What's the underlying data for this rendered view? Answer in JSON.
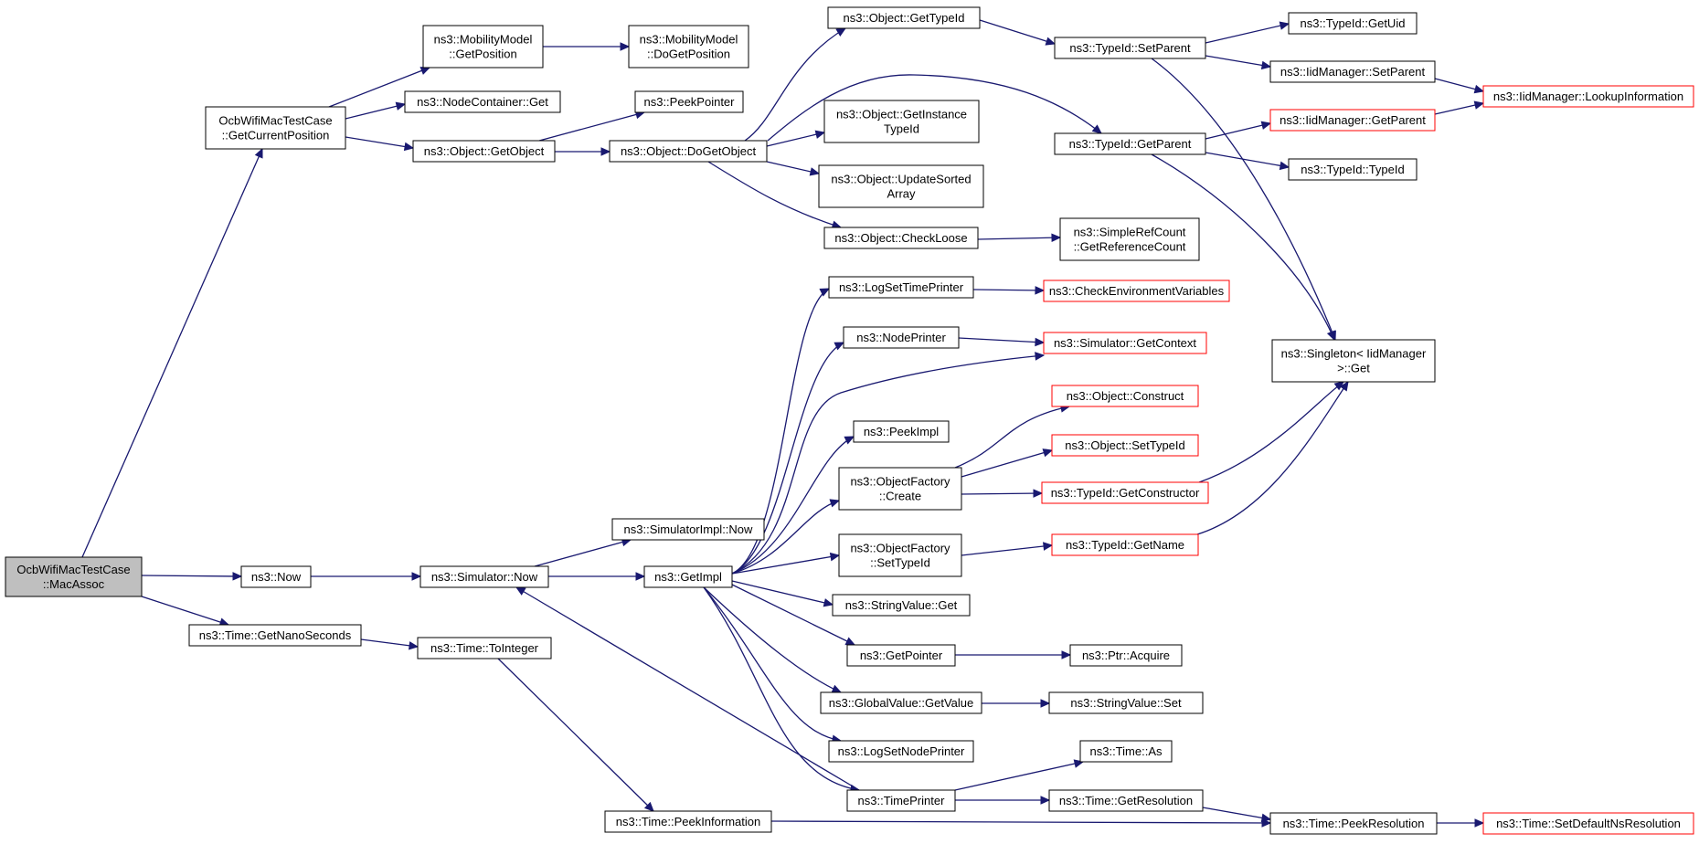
{
  "diagram": {
    "edge_color": "#191970",
    "truncated_node_border": "#ff0000",
    "root_fill": "#bfbfbf",
    "nodes": [
      {
        "id": "macassoc",
        "lines": [
          "OcbWifiMacTestCase",
          "::MacAssoc"
        ],
        "root": true
      },
      {
        "id": "getcurpos",
        "lines": [
          "OcbWifiMacTestCase",
          "::GetCurrentPosition"
        ]
      },
      {
        "id": "now",
        "lines": [
          "ns3::Now"
        ]
      },
      {
        "id": "getnano",
        "lines": [
          "ns3::Time::GetNanoSeconds"
        ]
      },
      {
        "id": "mm_getpos",
        "lines": [
          "ns3::MobilityModel",
          "::GetPosition"
        ]
      },
      {
        "id": "nc_get",
        "lines": [
          "ns3::NodeContainer::Get"
        ]
      },
      {
        "id": "obj_getobj",
        "lines": [
          "ns3::Object::GetObject"
        ]
      },
      {
        "id": "sim_now",
        "lines": [
          "ns3::Simulator::Now"
        ]
      },
      {
        "id": "tointeger",
        "lines": [
          "ns3::Time::ToInteger"
        ]
      },
      {
        "id": "mm_dogetpos",
        "lines": [
          "ns3::MobilityModel",
          "::DoGetPosition"
        ]
      },
      {
        "id": "peekptr",
        "lines": [
          "ns3::PeekPointer"
        ]
      },
      {
        "id": "obj_dogetobj",
        "lines": [
          "ns3::Object::DoGetObject"
        ]
      },
      {
        "id": "simimpl_now",
        "lines": [
          "ns3::SimulatorImpl::Now"
        ]
      },
      {
        "id": "getimpl",
        "lines": [
          "ns3::GetImpl"
        ]
      },
      {
        "id": "peekinfo",
        "lines": [
          "ns3::Time::PeekInformation"
        ]
      },
      {
        "id": "obj_gettypeid",
        "lines": [
          "ns3::Object::GetTypeId"
        ]
      },
      {
        "id": "obj_getinsttid",
        "lines": [
          "ns3::Object::GetInstance",
          "TypeId"
        ]
      },
      {
        "id": "obj_updsorted",
        "lines": [
          "ns3::Object::UpdateSorted",
          "Array"
        ]
      },
      {
        "id": "obj_checkloose",
        "lines": [
          "ns3::Object::CheckLoose"
        ]
      },
      {
        "id": "logsettp",
        "lines": [
          "ns3::LogSetTimePrinter"
        ]
      },
      {
        "id": "nodeprinter",
        "lines": [
          "ns3::NodePrinter"
        ]
      },
      {
        "id": "peekimpl",
        "lines": [
          "ns3::PeekImpl"
        ]
      },
      {
        "id": "of_create",
        "lines": [
          "ns3::ObjectFactory",
          "::Create"
        ]
      },
      {
        "id": "of_settypeid",
        "lines": [
          "ns3::ObjectFactory",
          "::SetTypeId"
        ]
      },
      {
        "id": "sv_get",
        "lines": [
          "ns3::StringValue::Get"
        ]
      },
      {
        "id": "getpointer",
        "lines": [
          "ns3::GetPointer"
        ]
      },
      {
        "id": "gv_getvalue",
        "lines": [
          "ns3::GlobalValue::GetValue"
        ]
      },
      {
        "id": "logsetnp",
        "lines": [
          "ns3::LogSetNodePrinter"
        ]
      },
      {
        "id": "timeprinter",
        "lines": [
          "ns3::TimePrinter"
        ]
      },
      {
        "id": "tid_setparent",
        "lines": [
          "ns3::TypeId::SetParent"
        ]
      },
      {
        "id": "tid_getparent",
        "lines": [
          "ns3::TypeId::GetParent"
        ]
      },
      {
        "id": "src_getrefcount",
        "lines": [
          "ns3::SimpleRefCount",
          "::GetReferenceCount"
        ]
      },
      {
        "id": "checkenv",
        "lines": [
          "ns3::CheckEnvironmentVariables"
        ],
        "red": true
      },
      {
        "id": "sim_getctx",
        "lines": [
          "ns3::Simulator::GetContext"
        ],
        "red": true
      },
      {
        "id": "obj_construct",
        "lines": [
          "ns3::Object::Construct"
        ],
        "red": true
      },
      {
        "id": "obj_settypeid",
        "lines": [
          "ns3::Object::SetTypeId"
        ],
        "red": true
      },
      {
        "id": "tid_getctor",
        "lines": [
          "ns3::TypeId::GetConstructor"
        ],
        "red": true
      },
      {
        "id": "tid_getname",
        "lines": [
          "ns3::TypeId::GetName"
        ],
        "red": true
      },
      {
        "id": "ptr_acquire",
        "lines": [
          "ns3::Ptr::Acquire"
        ]
      },
      {
        "id": "sv_set",
        "lines": [
          "ns3::StringValue::Set"
        ]
      },
      {
        "id": "time_as",
        "lines": [
          "ns3::Time::As"
        ]
      },
      {
        "id": "time_getres",
        "lines": [
          "ns3::Time::GetResolution"
        ]
      },
      {
        "id": "peekres",
        "lines": [
          "ns3::Time::PeekResolution"
        ]
      },
      {
        "id": "tid_getuid",
        "lines": [
          "ns3::TypeId::GetUid"
        ]
      },
      {
        "id": "iid_setparent",
        "lines": [
          "ns3::IidManager::SetParent"
        ]
      },
      {
        "id": "iid_getparent",
        "lines": [
          "ns3::IidManager::GetParent"
        ],
        "red": true
      },
      {
        "id": "tid_typeid",
        "lines": [
          "ns3::TypeId::TypeId"
        ]
      },
      {
        "id": "singleton_get",
        "lines": [
          "ns3::Singleton< IidManager",
          " >::Get"
        ]
      },
      {
        "id": "setdefres",
        "lines": [
          "ns3::Time::SetDefaultNsResolution"
        ],
        "red": true
      },
      {
        "id": "iid_lookup",
        "lines": [
          "ns3::IidManager::LookupInformation"
        ],
        "red": true
      }
    ]
  }
}
